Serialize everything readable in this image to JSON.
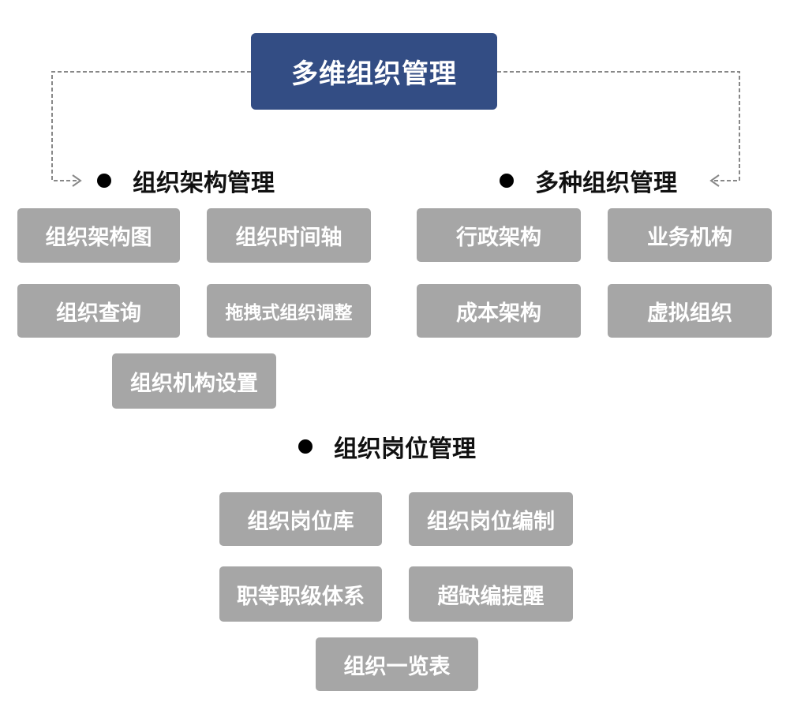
{
  "root": {
    "label": "多维组织管理",
    "color": "#334d84"
  },
  "sections": {
    "structure": {
      "title": "组织架构管理",
      "items": [
        "组织架构图",
        "组织时间轴",
        "组织查询",
        "拖拽式组织调整",
        "组织机构设置"
      ]
    },
    "types": {
      "title": "多种组织管理",
      "items": [
        "行政架构",
        "业务机构",
        "成本架构",
        "虚拟组织"
      ]
    },
    "positions": {
      "title": "组织岗位管理",
      "items": [
        "组织岗位库",
        "组织岗位编制",
        "职等职级体系",
        "超缺编提醒",
        "组织一览表"
      ]
    }
  },
  "colors": {
    "item_bg": "#a6a6a6",
    "item_text": "#ffffff",
    "connector": "#888888"
  }
}
